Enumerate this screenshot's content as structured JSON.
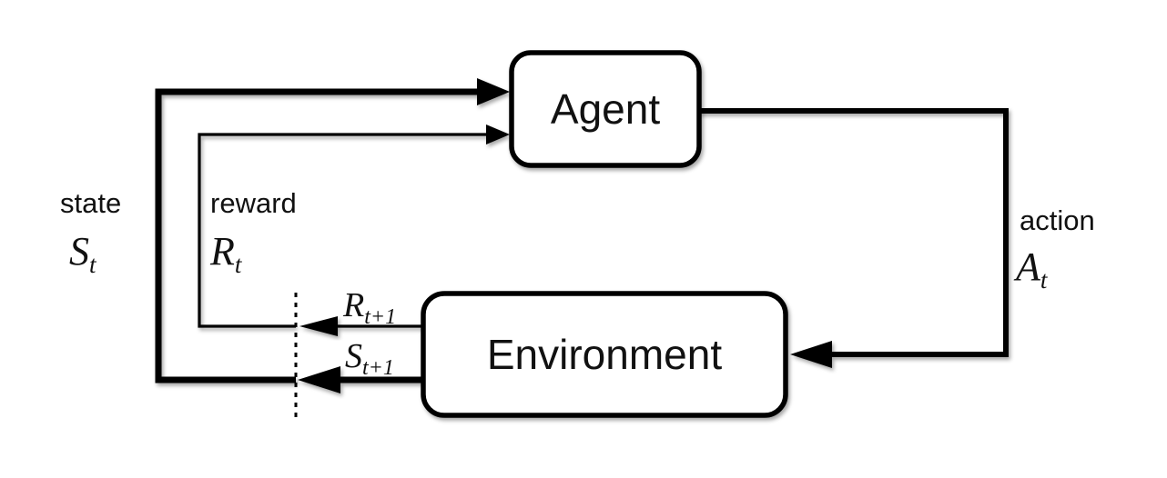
{
  "diagram": {
    "type": "flow-diagram",
    "nodes": {
      "agent": {
        "label": "Agent"
      },
      "environment": {
        "label": "Environment"
      }
    },
    "labels": {
      "state": {
        "word": "state",
        "symbol": "S",
        "sub": "t"
      },
      "reward": {
        "word": "reward",
        "symbol": "R",
        "sub": "t"
      },
      "action": {
        "word": "action",
        "symbol": "A",
        "sub": "t"
      },
      "next_reward": {
        "symbol": "R",
        "sub": "t+1"
      },
      "next_state": {
        "symbol": "S",
        "sub": "t+1"
      }
    },
    "colors": {
      "stroke": "#000000",
      "node_fill": "#ffffff",
      "background": "#ffffff"
    }
  }
}
